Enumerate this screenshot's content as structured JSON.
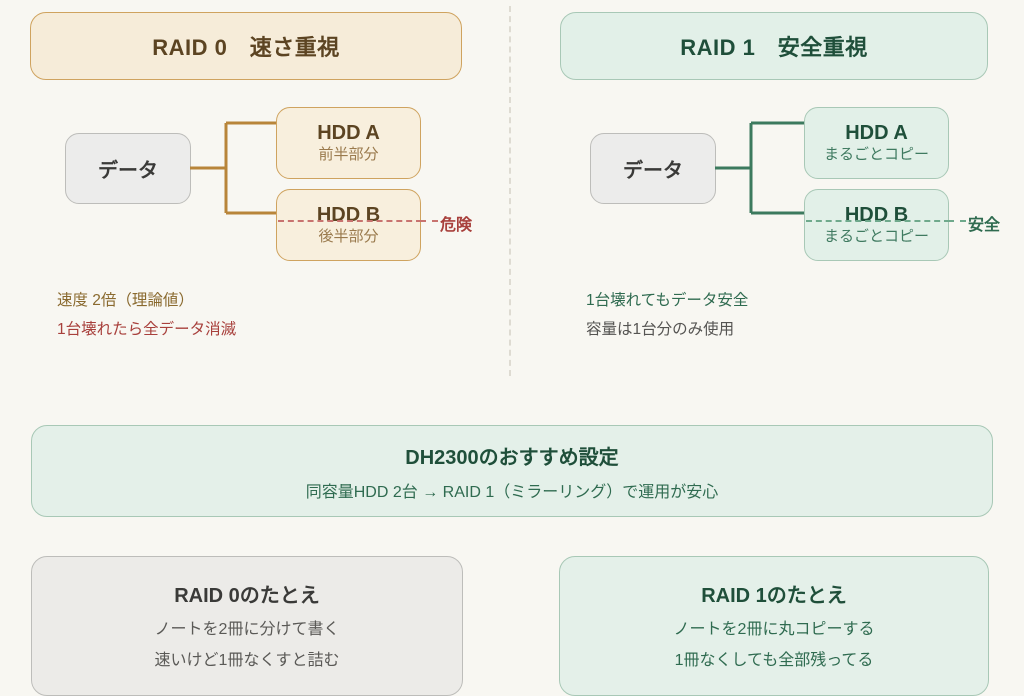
{
  "background_color": "#f8f7f2",
  "accent_colors": {
    "raid0_warm_fill": "#f6ecd9",
    "raid0_warm_border": "#cfa35f",
    "raid0_warm_text": "#5c4422",
    "raid1_cool_fill": "#e2f0e8",
    "raid1_cool_border": "#a8c8b6",
    "raid1_cool_text": "#1f4f3a",
    "neutral_fill": "#ececeb",
    "neutral_border": "#bdbdba",
    "danger_text": "#a8403c",
    "safe_text": "#2f6b50"
  },
  "panels": {
    "raid0": {
      "header": "RAID 0　速さ重視",
      "data_node": "データ",
      "drives": [
        {
          "title": "HDD A",
          "subtitle": "前半部分"
        },
        {
          "title": "HDD B",
          "subtitle": "後半部分"
        }
      ],
      "status_label": "危険",
      "notes": [
        "速度 2倍（理論値）",
        "1台壊れたら全データ消滅"
      ]
    },
    "raid1": {
      "header": "RAID 1　安全重視",
      "data_node": "データ",
      "drives": [
        {
          "title": "HDD A",
          "subtitle": "まるごとコピー"
        },
        {
          "title": "HDD B",
          "subtitle": "まるごとコピー"
        }
      ],
      "status_label": "安全",
      "notes": [
        "1台壊れてもデータ安全",
        "容量は1台分のみ使用"
      ]
    }
  },
  "recommendation": {
    "title": "DH2300のおすすめ設定",
    "subtitle": "同容量HDD 2台 → RAID 1（ミラーリング）で運用が安心"
  },
  "analogies": [
    {
      "title": "RAID 0のたとえ",
      "lines": [
        "ノートを2冊に分けて書く",
        "速いけど1冊なくすと詰む"
      ]
    },
    {
      "title": "RAID 1のたとえ",
      "lines": [
        "ノートを2冊に丸コピーする",
        "1冊なくしても全部残ってる"
      ]
    }
  ]
}
